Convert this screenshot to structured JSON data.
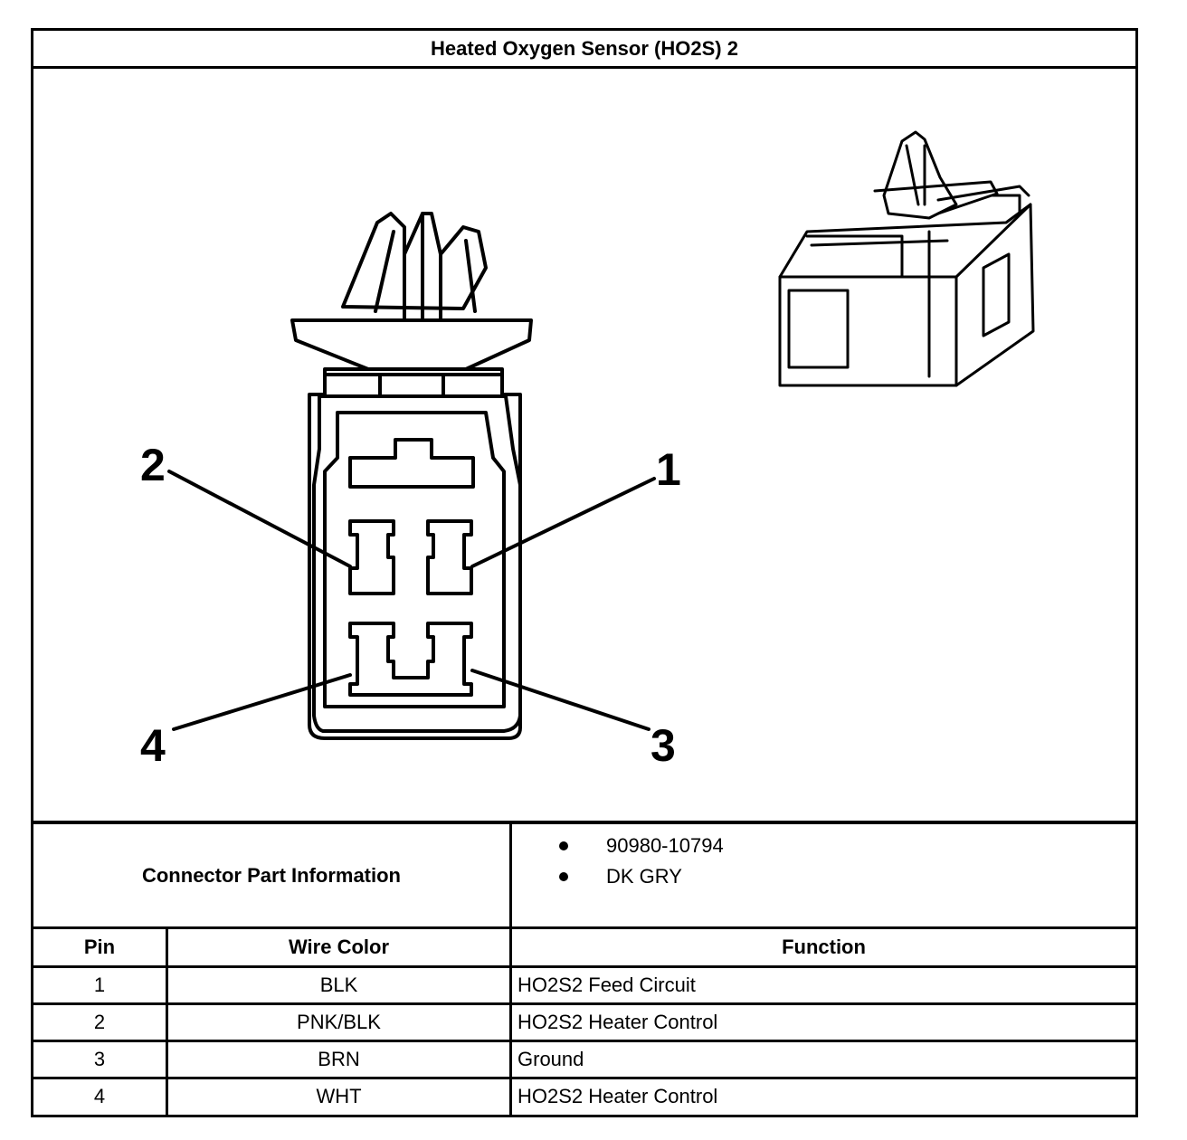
{
  "title": "Heated Oxygen Sensor (HO2S) 2",
  "diagram": {
    "pin_labels": [
      "1",
      "2",
      "3",
      "4"
    ]
  },
  "connector_part_information": {
    "label": "Connector Part Information",
    "items": [
      "90980-10794",
      "DK GRY"
    ]
  },
  "table": {
    "headers": {
      "pin": "Pin",
      "wire_color": "Wire Color",
      "function": "Function"
    },
    "rows": [
      {
        "pin": "1",
        "wire_color": "BLK",
        "function": "HO2S2 Feed Circuit"
      },
      {
        "pin": "2",
        "wire_color": "PNK/BLK",
        "function": "HO2S2 Heater Control"
      },
      {
        "pin": "3",
        "wire_color": "BRN",
        "function": "Ground"
      },
      {
        "pin": "4",
        "wire_color": "WHT",
        "function": "HO2S2 Heater Control"
      }
    ]
  }
}
